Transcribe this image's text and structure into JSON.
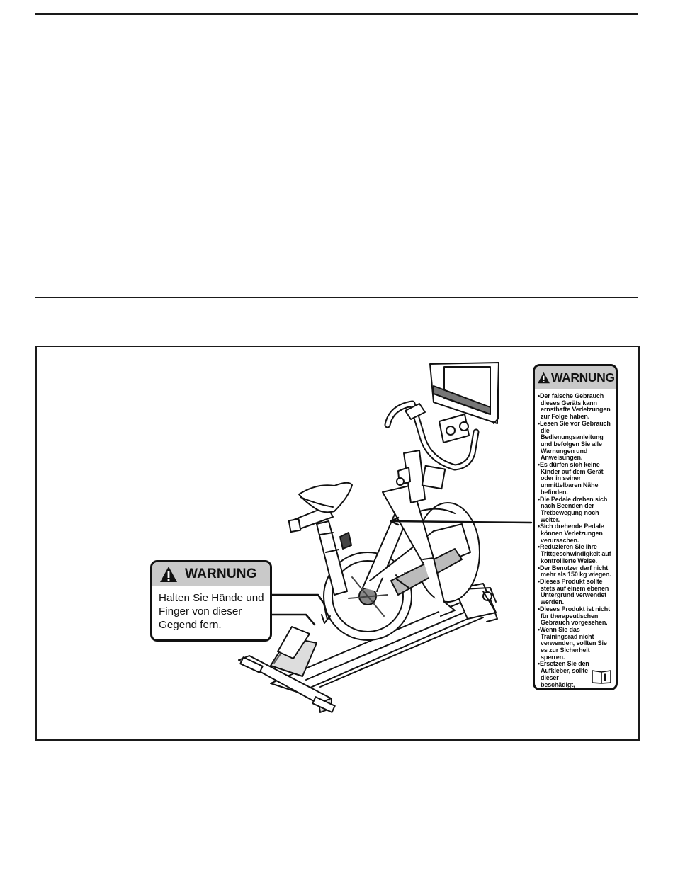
{
  "warning_small": {
    "title": "WARNUNG",
    "lines": [
      "Halten Sie Hände und",
      "Finger von dieser",
      "Gegend fern."
    ]
  },
  "warning_large": {
    "title": "WARNUNG",
    "items": [
      "Der falsche Gebrauch dieses Geräts kann ernsthafte Verletzungen zur Folge haben.",
      "Lesen Sie vor Gebrauch die Bedienungsanleitung und befolgen Sie alle Warnungen und Anweisungen.",
      "Es dürfen sich keine Kinder auf dem Gerät oder in seiner unmittelbaren Nähe befinden.",
      "Die Pedale drehen sich nach Beenden der Tretbewegung noch weiter.",
      "Sich drehende Pedale können Verletzungen verursachen.",
      "Reduzieren Sie Ihre Trittgeschwindigkeit auf kontrollierte Weise.",
      "Der Benutzer darf nicht mehr als 150 kg wiegen.",
      "Dieses Produkt sollte stets auf einem ebenen Untergrund verwendet werden.",
      "Dieses Produkt ist nicht für therapeutischen Gebrauch vorgesehen.",
      "Wenn Sie das Trainingsrad nicht verwenden, sollten Sie es zur Sicherheit sperren.",
      "Ersetzen Sie den Aufkleber, sollte dieser beschädigt, unlesbar oder entfernt worden sein."
    ]
  },
  "icons": {
    "warning_triangle": "warning-triangle-icon",
    "manual": "read-manual-icon"
  },
  "colors": {
    "ink": "#111111",
    "label_header": "#c9c9c9"
  }
}
